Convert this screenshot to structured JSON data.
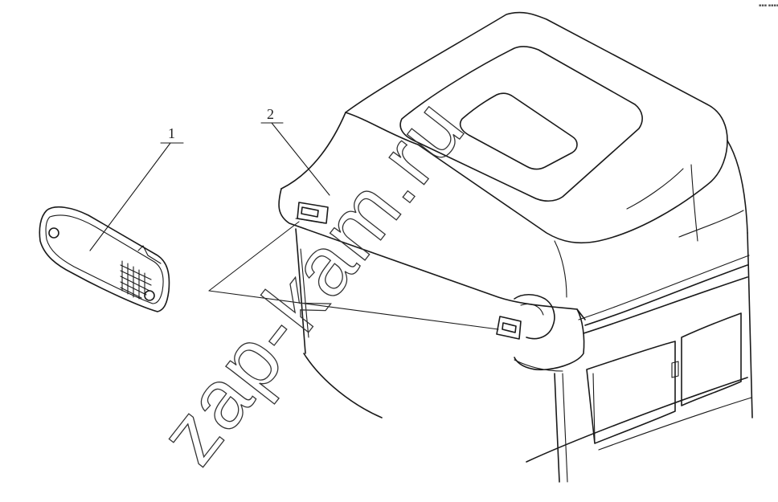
{
  "diagram": {
    "callouts": [
      {
        "number": "1"
      },
      {
        "number": "2"
      }
    ],
    "watermark": "zap-kam.ru",
    "corner_mark": "▪▪▪ ▪▪▪▪"
  }
}
